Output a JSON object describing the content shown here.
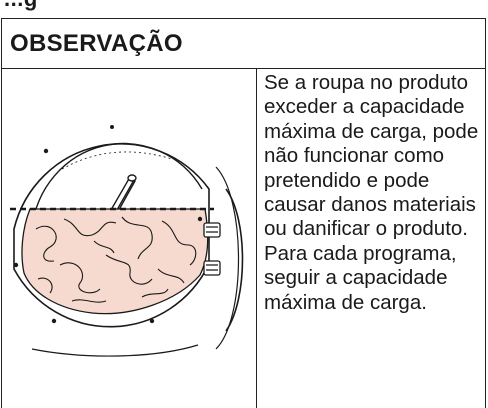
{
  "page": {
    "top_fragment": "...g"
  },
  "notice": {
    "title": "OBSERVAÇÃO",
    "message": "Se a roupa no produto exceder a capacidade máxima de carga, pode não funcionar como pretendido e pode causar danos materiais ou danificar o produto. Para cada programa, seguir a capacidade máxima de carga."
  },
  "illustration": {
    "subject": "dryer-drum-overloaded-with-laundry",
    "laundry_color": "#f6d9cf",
    "line_color": "#1a1a1a"
  }
}
